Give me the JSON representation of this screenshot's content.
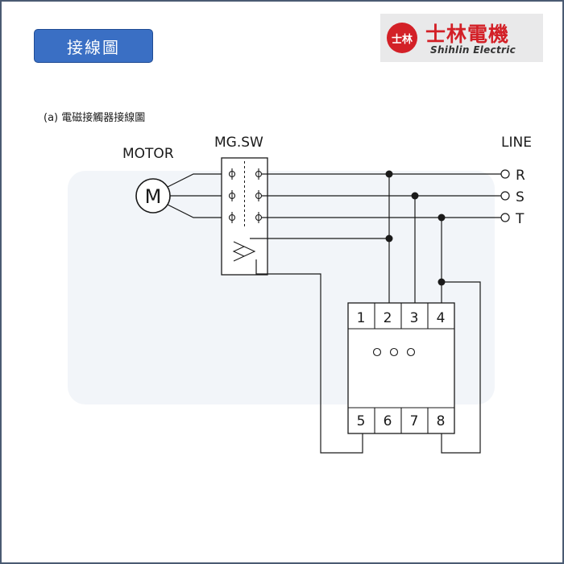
{
  "header": {
    "title": "接線圖",
    "logo": {
      "mark": "士林",
      "name_cn": "士林電機",
      "name_en": "Shihlin Electric"
    }
  },
  "diagram": {
    "subtitle": "(a) 電磁接觸器接線圖",
    "motor_label": "MOTOR",
    "motor_symbol": "M",
    "contactor_label": "MG.SW",
    "line_label": "LINE",
    "phases": [
      "R",
      "S",
      "T"
    ],
    "relay_top_terminals": [
      "1",
      "2",
      "3",
      "4"
    ],
    "relay_bottom_terminals": [
      "5",
      "6",
      "7",
      "8"
    ],
    "colors": {
      "line": "#1a1a1a",
      "watermark": "#e8edf4",
      "badge": "#3a6fc4",
      "brand_red": "#d32027"
    }
  }
}
